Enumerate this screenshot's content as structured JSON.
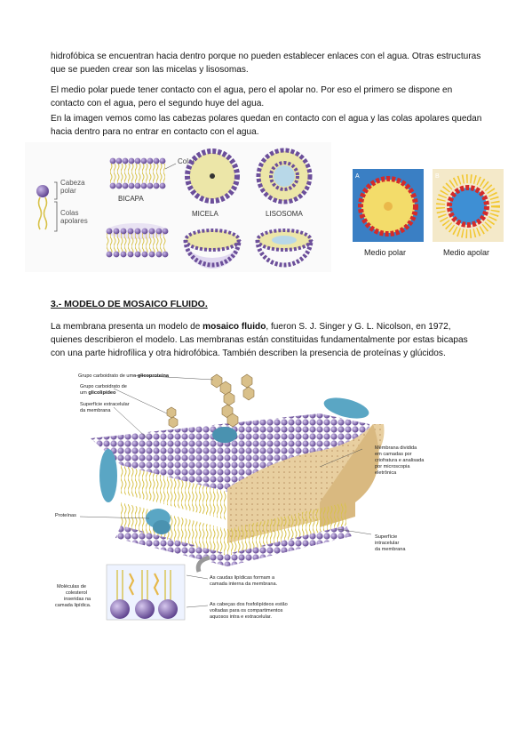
{
  "paragraphs": {
    "p1": "hidrofóbica se encuentran hacia dentro porque no pueden establecer enlaces con el agua. Otras estructuras que se pueden crear son las micelas y lisosomas.",
    "p2": "El medio polar puede tener contacto con el agua, pero el apolar no. Por eso el primero se dispone en contacto con el agua, pero el segundo huye del agua.",
    "p3": "En la imagen vemos como las cabezas polares quedan en contacto con el agua y las colas apolares quedan hacia dentro para no entrar en contacto con el agua."
  },
  "figure1": {
    "cabeza_polar": "Cabeza polar",
    "colas_apolares": "Colas apolares",
    "colas": "Colas",
    "bicapa": "BICAPA",
    "micela": "MICELA",
    "lisosoma": "LISOSOMA"
  },
  "figure2": {
    "label_a": "A",
    "label_b": "B",
    "medio_polar": "Medio polar",
    "medio_apolar": "Medio apolar"
  },
  "section3": {
    "heading": "3.- MODELO DE MOSAICO FLUIDO.",
    "text_before": "La membrana presenta un modelo de ",
    "text_bold": "mosaico fluido",
    "text_after": ", fueron S. J. Singer y G. L. Nicolson, en 1972, quienes describieron el modelo. Las membranas están constituidas fundamentalmente por estas bicapas con una parte hidrofílica y otra hidrofóbica. También describen la presencia de proteínas y glúcidos."
  },
  "figure3": {
    "glicoproteina_prefix": "Grupo carboidrato de uma ",
    "glicoproteina_bold": "glicoproteína",
    "glicolipideo_line1": "Grupo carboidrato de",
    "glicolipideo_prefix": "um ",
    "glicolipideo_bold": "glicolipídeo",
    "superficie_ext_1": "Superfície extracelular",
    "superficie_ext_2": "da membrana",
    "proteinas": "Proteínas",
    "membrana_dividida_1": "Membrana dividida",
    "membrana_dividida_2": "em camadas por",
    "membrana_dividida_3": "criofratura e analisada",
    "membrana_dividida_4": "por microscopia",
    "membrana_dividida_5": "eletrônica",
    "superficie_int_1": "Superfície",
    "superficie_int_2": "intracelular",
    "superficie_int_3": "da membrana",
    "colesterol_1": "Moléculas de",
    "colesterol_2": "colesterol",
    "colesterol_3": "inseridas na",
    "colesterol_4": "camada lipídica.",
    "caudas_1": "As caudas lipídicas formam a",
    "caudas_2": "camada interna da membrana.",
    "cabecas_1": "As cabeças dos fosfolipídeos estão",
    "cabecas_2": "voltadas para os compartimentos",
    "cabecas_3": "aquosos intra e extracelular."
  },
  "colors": {
    "head_purple": "#7b5ea7",
    "tail_yellow": "#e8d96a",
    "polar_bg": "#3a7fc4",
    "apolar_bg": "#f4e9c9",
    "red_head": "#d42a2a",
    "protein_blue": "#5aa6c4"
  }
}
